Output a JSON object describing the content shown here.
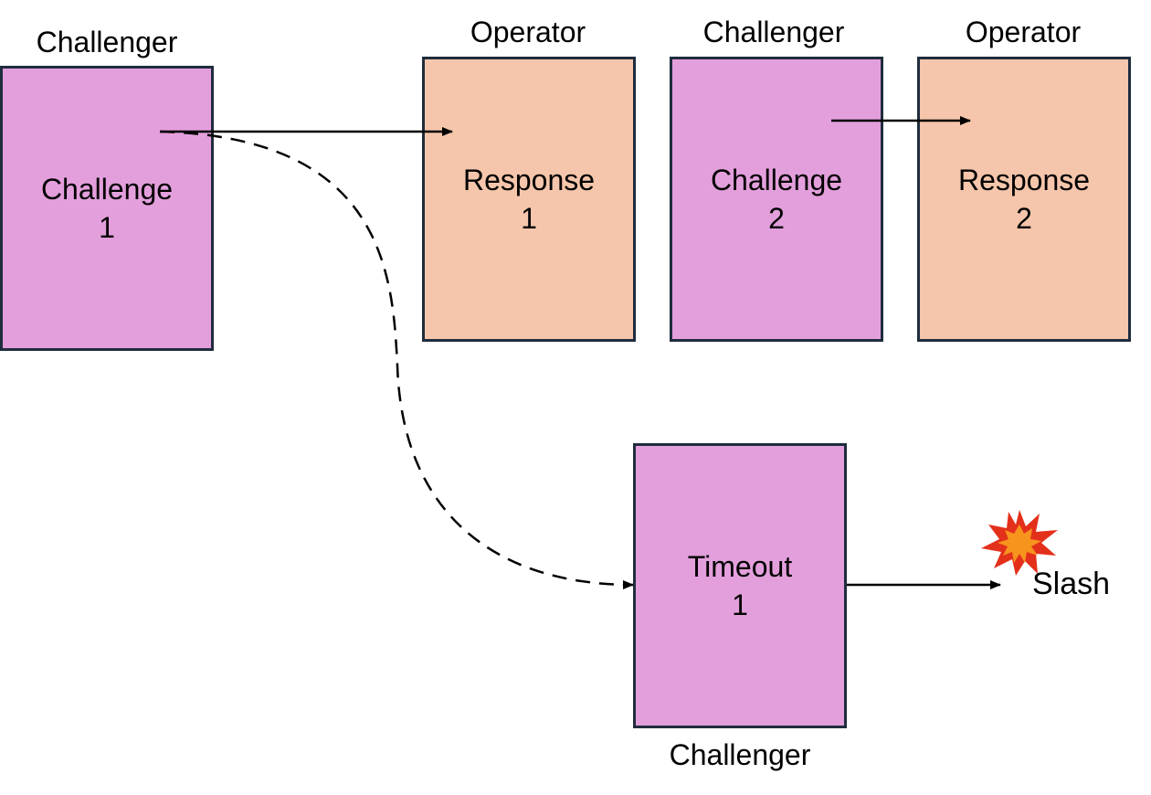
{
  "nodes": {
    "challenge1": {
      "role": "Challenger",
      "line1": "Challenge",
      "line2": "1"
    },
    "response1": {
      "role": "Operator",
      "line1": "Response",
      "line2": "1"
    },
    "challenge2": {
      "role": "Challenger",
      "line1": "Challenge",
      "line2": "2"
    },
    "response2": {
      "role": "Operator",
      "line1": "Response",
      "line2": "2"
    },
    "timeout1": {
      "role": "Challenger",
      "line1": "Timeout",
      "line2": "1"
    }
  },
  "slash": {
    "label": "Slash",
    "icon": "explosion-icon"
  },
  "colors": {
    "challenger_fill": "#e39fdc",
    "operator_fill": "#f5c6ab",
    "border": "#1f2d3d",
    "burst_outer": "#e3301b",
    "burst_inner": "#f7941d"
  }
}
